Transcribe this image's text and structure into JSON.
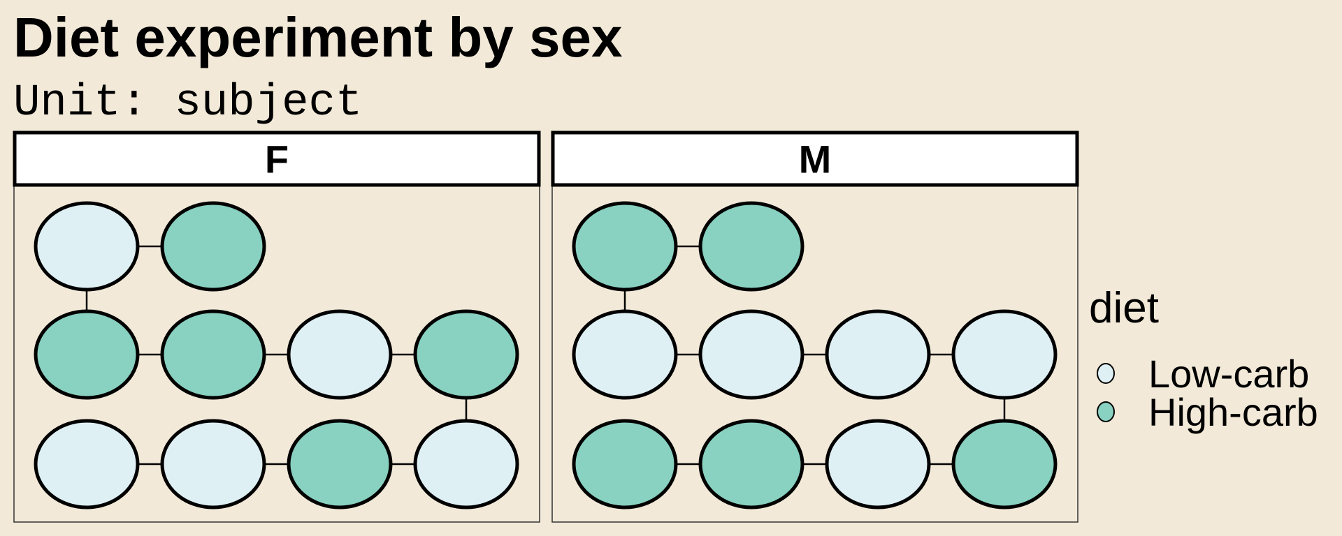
{
  "title": "Diet experiment by sex",
  "subtitle": "Unit: subject",
  "colors": {
    "background": "#f2e9d8",
    "low_carb": "#dff0f4",
    "high_carb": "#89d1c0",
    "stroke": "#000000",
    "strip": "#ffffff"
  },
  "legend": {
    "title": "diet",
    "items": [
      {
        "key": "low",
        "label": "Low-carb"
      },
      {
        "key": "high",
        "label": "High-carb"
      }
    ]
  },
  "panels": [
    {
      "label": "F",
      "rows": [
        [
          "low",
          "high"
        ],
        [
          "high",
          "high",
          "low",
          "high"
        ],
        [
          "low",
          "low",
          "high",
          "low"
        ]
      ],
      "vertical_links": [
        {
          "from_row": 0,
          "to_row": 1,
          "col": 0
        },
        {
          "from_row": 1,
          "to_row": 2,
          "col": 3
        }
      ]
    },
    {
      "label": "M",
      "rows": [
        [
          "high",
          "high"
        ],
        [
          "low",
          "low",
          "low",
          "low"
        ],
        [
          "high",
          "high",
          "low",
          "high"
        ]
      ],
      "vertical_links": [
        {
          "from_row": 0,
          "to_row": 1,
          "col": 0
        },
        {
          "from_row": 1,
          "to_row": 2,
          "col": 3
        }
      ]
    }
  ]
}
